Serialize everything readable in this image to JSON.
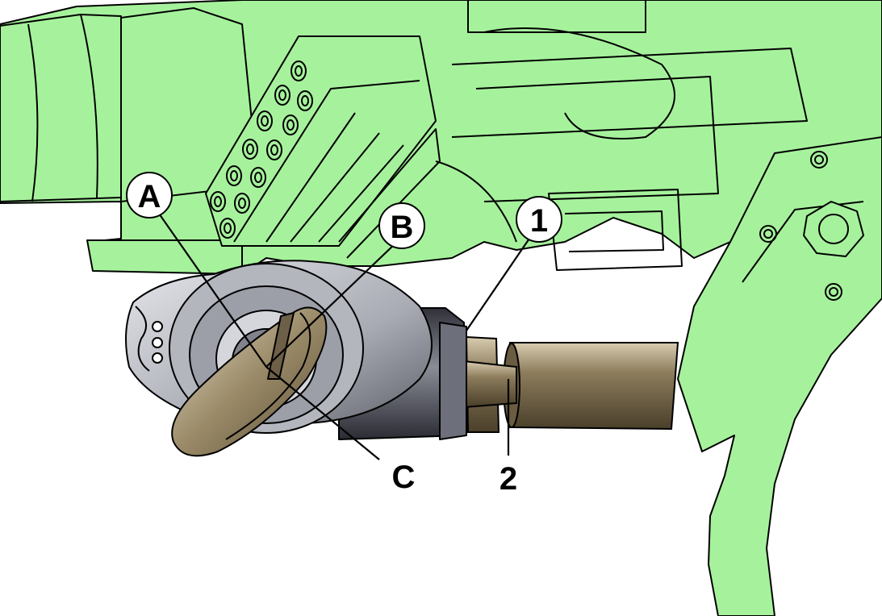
{
  "colors": {
    "housing": "#a6f29c",
    "lock_dark": "#4d4f5b",
    "lock_mid": "#8a8c96",
    "lock_light": "#c8cad2",
    "key": "#8c7c5c",
    "key_light": "#c8bc9c",
    "outline": "#000000"
  },
  "callouts": {
    "a": "A",
    "b": "B",
    "c": "C",
    "n1": "1",
    "n2": "2"
  },
  "icons": [
    "steering-column-housing",
    "ignition-lock-cylinder",
    "ignition-key",
    "electrical-connector",
    "release-rod"
  ]
}
